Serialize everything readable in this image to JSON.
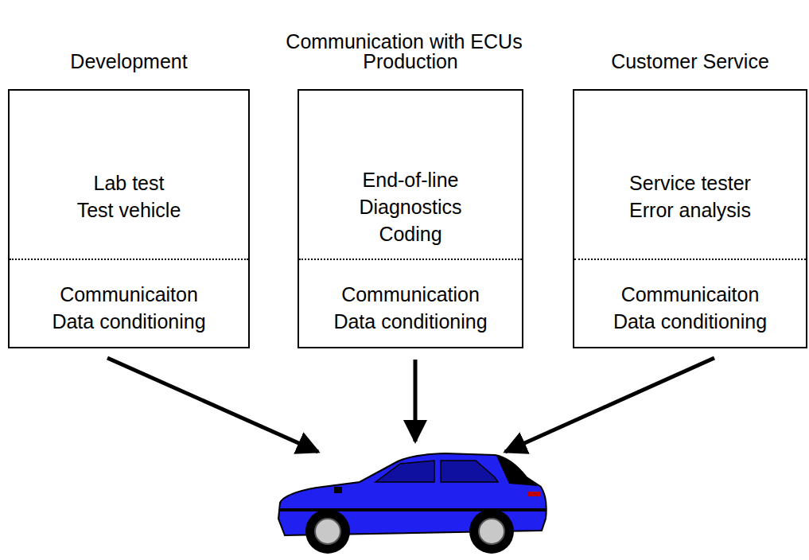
{
  "diagram": {
    "title": "Communication with ECUs",
    "nodes": [
      {
        "text": [
          "Development",
          "Lab test Test vehicle",
          "Communicaiton Data conditioning"
        ]
      },
      {
        "text": [
          "Production",
          "End-of-line Diagnostics Coding",
          "Communication Data conditioning"
        ]
      },
      {
        "text": [
          "Customer Service",
          "Service tester Error analysis",
          "Communicaiton Data conditioning"
        ]
      }
    ]
  }
}
